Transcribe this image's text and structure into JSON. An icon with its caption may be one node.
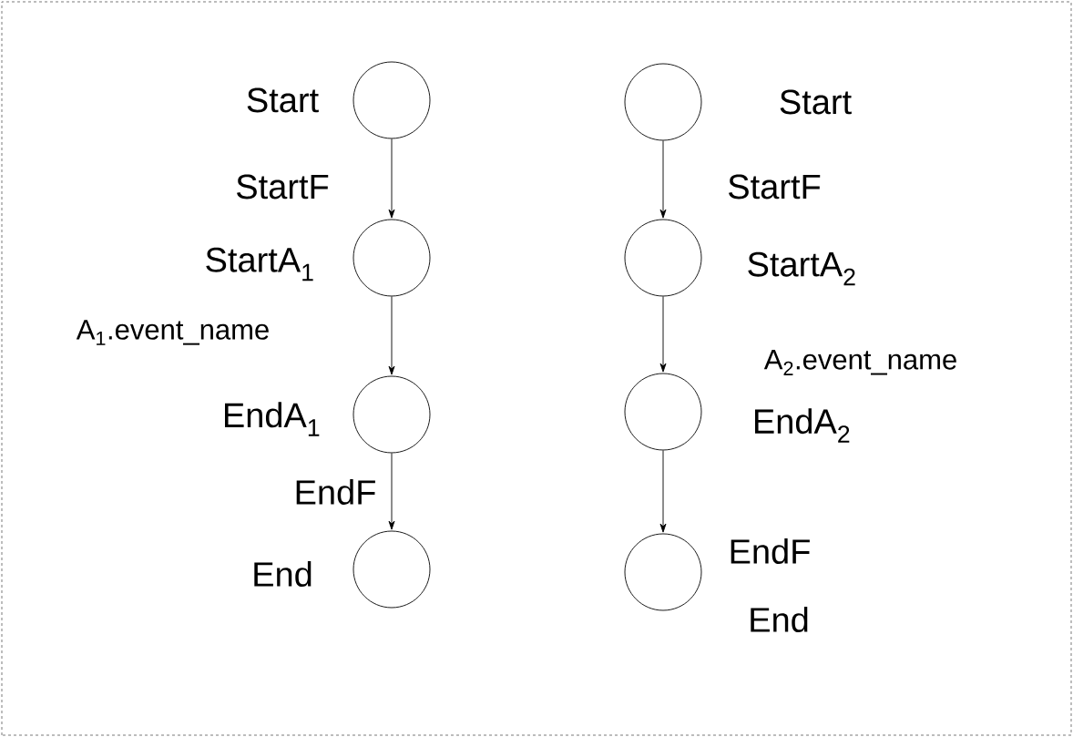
{
  "diagram": {
    "nodes": [
      {
        "text": [],
        "shape": "circle",
        "beside": [
          "Start"
        ]
      },
      {
        "text": [],
        "shape": "circle",
        "beside": [
          "StartA$_{1}$"
        ]
      },
      {
        "text": [],
        "shape": "circle",
        "beside": [
          "EndA$_{1}$"
        ]
      },
      {
        "text": [],
        "shape": "circle",
        "beside": [
          "End"
        ]
      },
      {
        "text": [],
        "shape": "circle",
        "beside": [
          "Start"
        ]
      },
      {
        "text": [],
        "shape": "circle",
        "beside": [
          "StartA$_{2}$"
        ]
      },
      {
        "text": [],
        "shape": "circle",
        "beside": [
          "EndA$_{2}$"
        ]
      },
      {
        "text": [],
        "shape": "circle",
        "beside": [
          "End"
        ]
      }
    ],
    "edges": [
      {
        "from": 0,
        "to": 1,
        "arrow": "to",
        "label": "StartF"
      },
      {
        "from": 1,
        "to": 2,
        "arrow": "to",
        "label": "A$_{1}$.event_name"
      },
      {
        "from": 2,
        "to": 3,
        "arrow": "to",
        "label": "EndF"
      },
      {
        "from": 4,
        "to": 5,
        "arrow": "to",
        "label": "StartF"
      },
      {
        "from": 5,
        "to": 6,
        "arrow": "to",
        "label": "A$_{2}$.event_name"
      },
      {
        "from": 6,
        "to": 7,
        "arrow": "to",
        "label": "EndF"
      }
    ]
  }
}
